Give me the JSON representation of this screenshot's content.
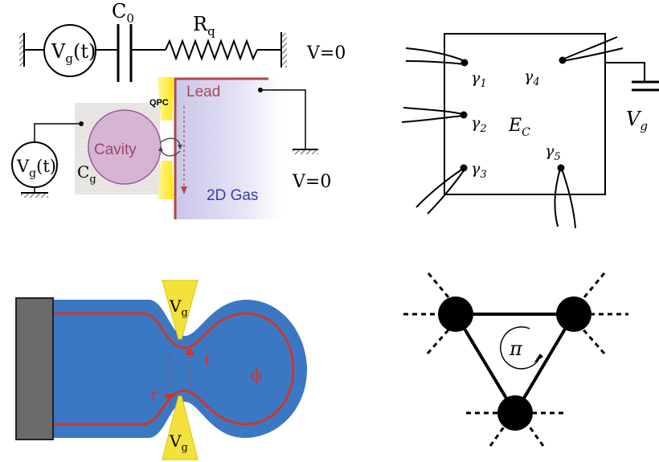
{
  "panel_a": {
    "top_circuit": {
      "source_label": "V",
      "source_sub": "g",
      "source_arg": "(t)",
      "cap_label": "C",
      "cap_sub": "0",
      "res_label": "R",
      "res_sub": "q",
      "ground_label": "V=0"
    },
    "device": {
      "source_label": "V",
      "source_sub": "g",
      "source_arg": "(t)",
      "gate_cap_label": "C",
      "gate_cap_sub": "g",
      "cavity_label": "Cavity",
      "qpc_label": "QPC",
      "lead_label": "Lead",
      "gas_label": "2D Gas",
      "ground_label": "V=0"
    }
  },
  "panel_b": {
    "channels": [
      {
        "label": "γ",
        "sub": "1"
      },
      {
        "label": "γ",
        "sub": "4"
      },
      {
        "label": "γ",
        "sub": "2"
      },
      {
        "label": "γ",
        "sub": "3"
      },
      {
        "label": "γ",
        "sub": "5"
      }
    ],
    "charging_label": "E",
    "charging_sub": "C",
    "gate_label": "V",
    "gate_sub": "g"
  },
  "panel_c": {
    "gate_top_label": "V",
    "gate_top_sub": "g",
    "gate_bottom_label": "V",
    "gate_bottom_sub": "g",
    "transmission_label": "t",
    "reflection_label": "r",
    "phase_label": "ϕ"
  },
  "panel_d": {
    "flux_label": "π"
  }
}
